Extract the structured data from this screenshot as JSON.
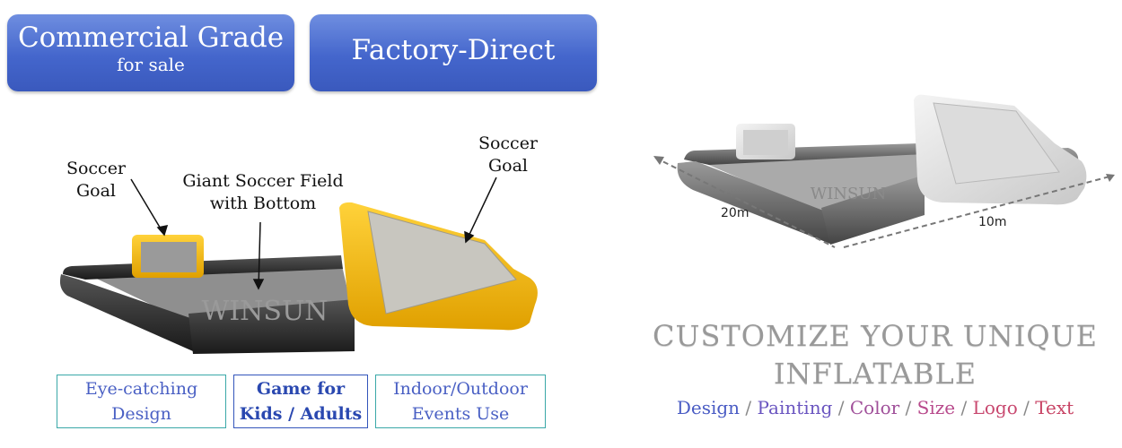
{
  "badges": {
    "commercial_title": "Commercial Grade",
    "commercial_sub": "for sale",
    "factory_title": "Factory-Direct"
  },
  "callouts": {
    "left_line1": "Soccer",
    "left_line2": "Goal",
    "mid_line1": "Giant Soccer Field",
    "mid_line2": "with Bottom",
    "right_line1": "Soccer",
    "right_line2": "Goal"
  },
  "field_brand": "WINSUN",
  "features": [
    {
      "line1": "Eye-catching",
      "line2": "Design"
    },
    {
      "line1": "Game for",
      "line2": "Kids / Adults"
    },
    {
      "line1": "Indoor/Outdoor",
      "line2": "Events Use"
    }
  ],
  "dimensions": {
    "length": "20m",
    "width": "10m"
  },
  "customize": {
    "line1": "CUSTOMIZE YOUR UNIQUE",
    "line2": "INFLATABLE",
    "options": [
      {
        "label": "Design",
        "color": "#4a5cc4"
      },
      {
        "label": "Painting",
        "color": "#6a55c0"
      },
      {
        "label": "Color",
        "color": "#a0509a"
      },
      {
        "label": "Size",
        "color": "#b84a8c"
      },
      {
        "label": "Logo",
        "color": "#c8486f"
      },
      {
        "label": "Text",
        "color": "#c84465"
      }
    ],
    "separator": "/"
  },
  "colors": {
    "badge_blue": "#4466cc",
    "goal_yellow": "#f5b800",
    "field_black": "#2b2b2b",
    "teal_border": "#3aa8a8"
  }
}
